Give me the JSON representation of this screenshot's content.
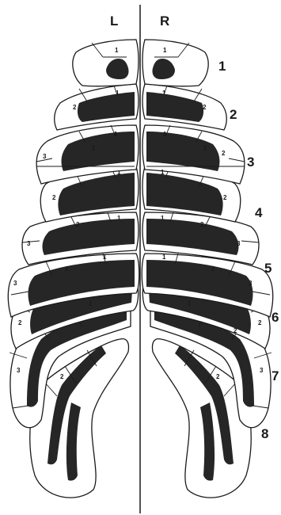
{
  "side_labels": {
    "left": "L",
    "right": "R"
  },
  "level_labels": [
    "1",
    "2",
    "3",
    "4",
    "5",
    "6",
    "7",
    "8"
  ],
  "region_labels": [
    "1",
    "2",
    "3"
  ]
}
